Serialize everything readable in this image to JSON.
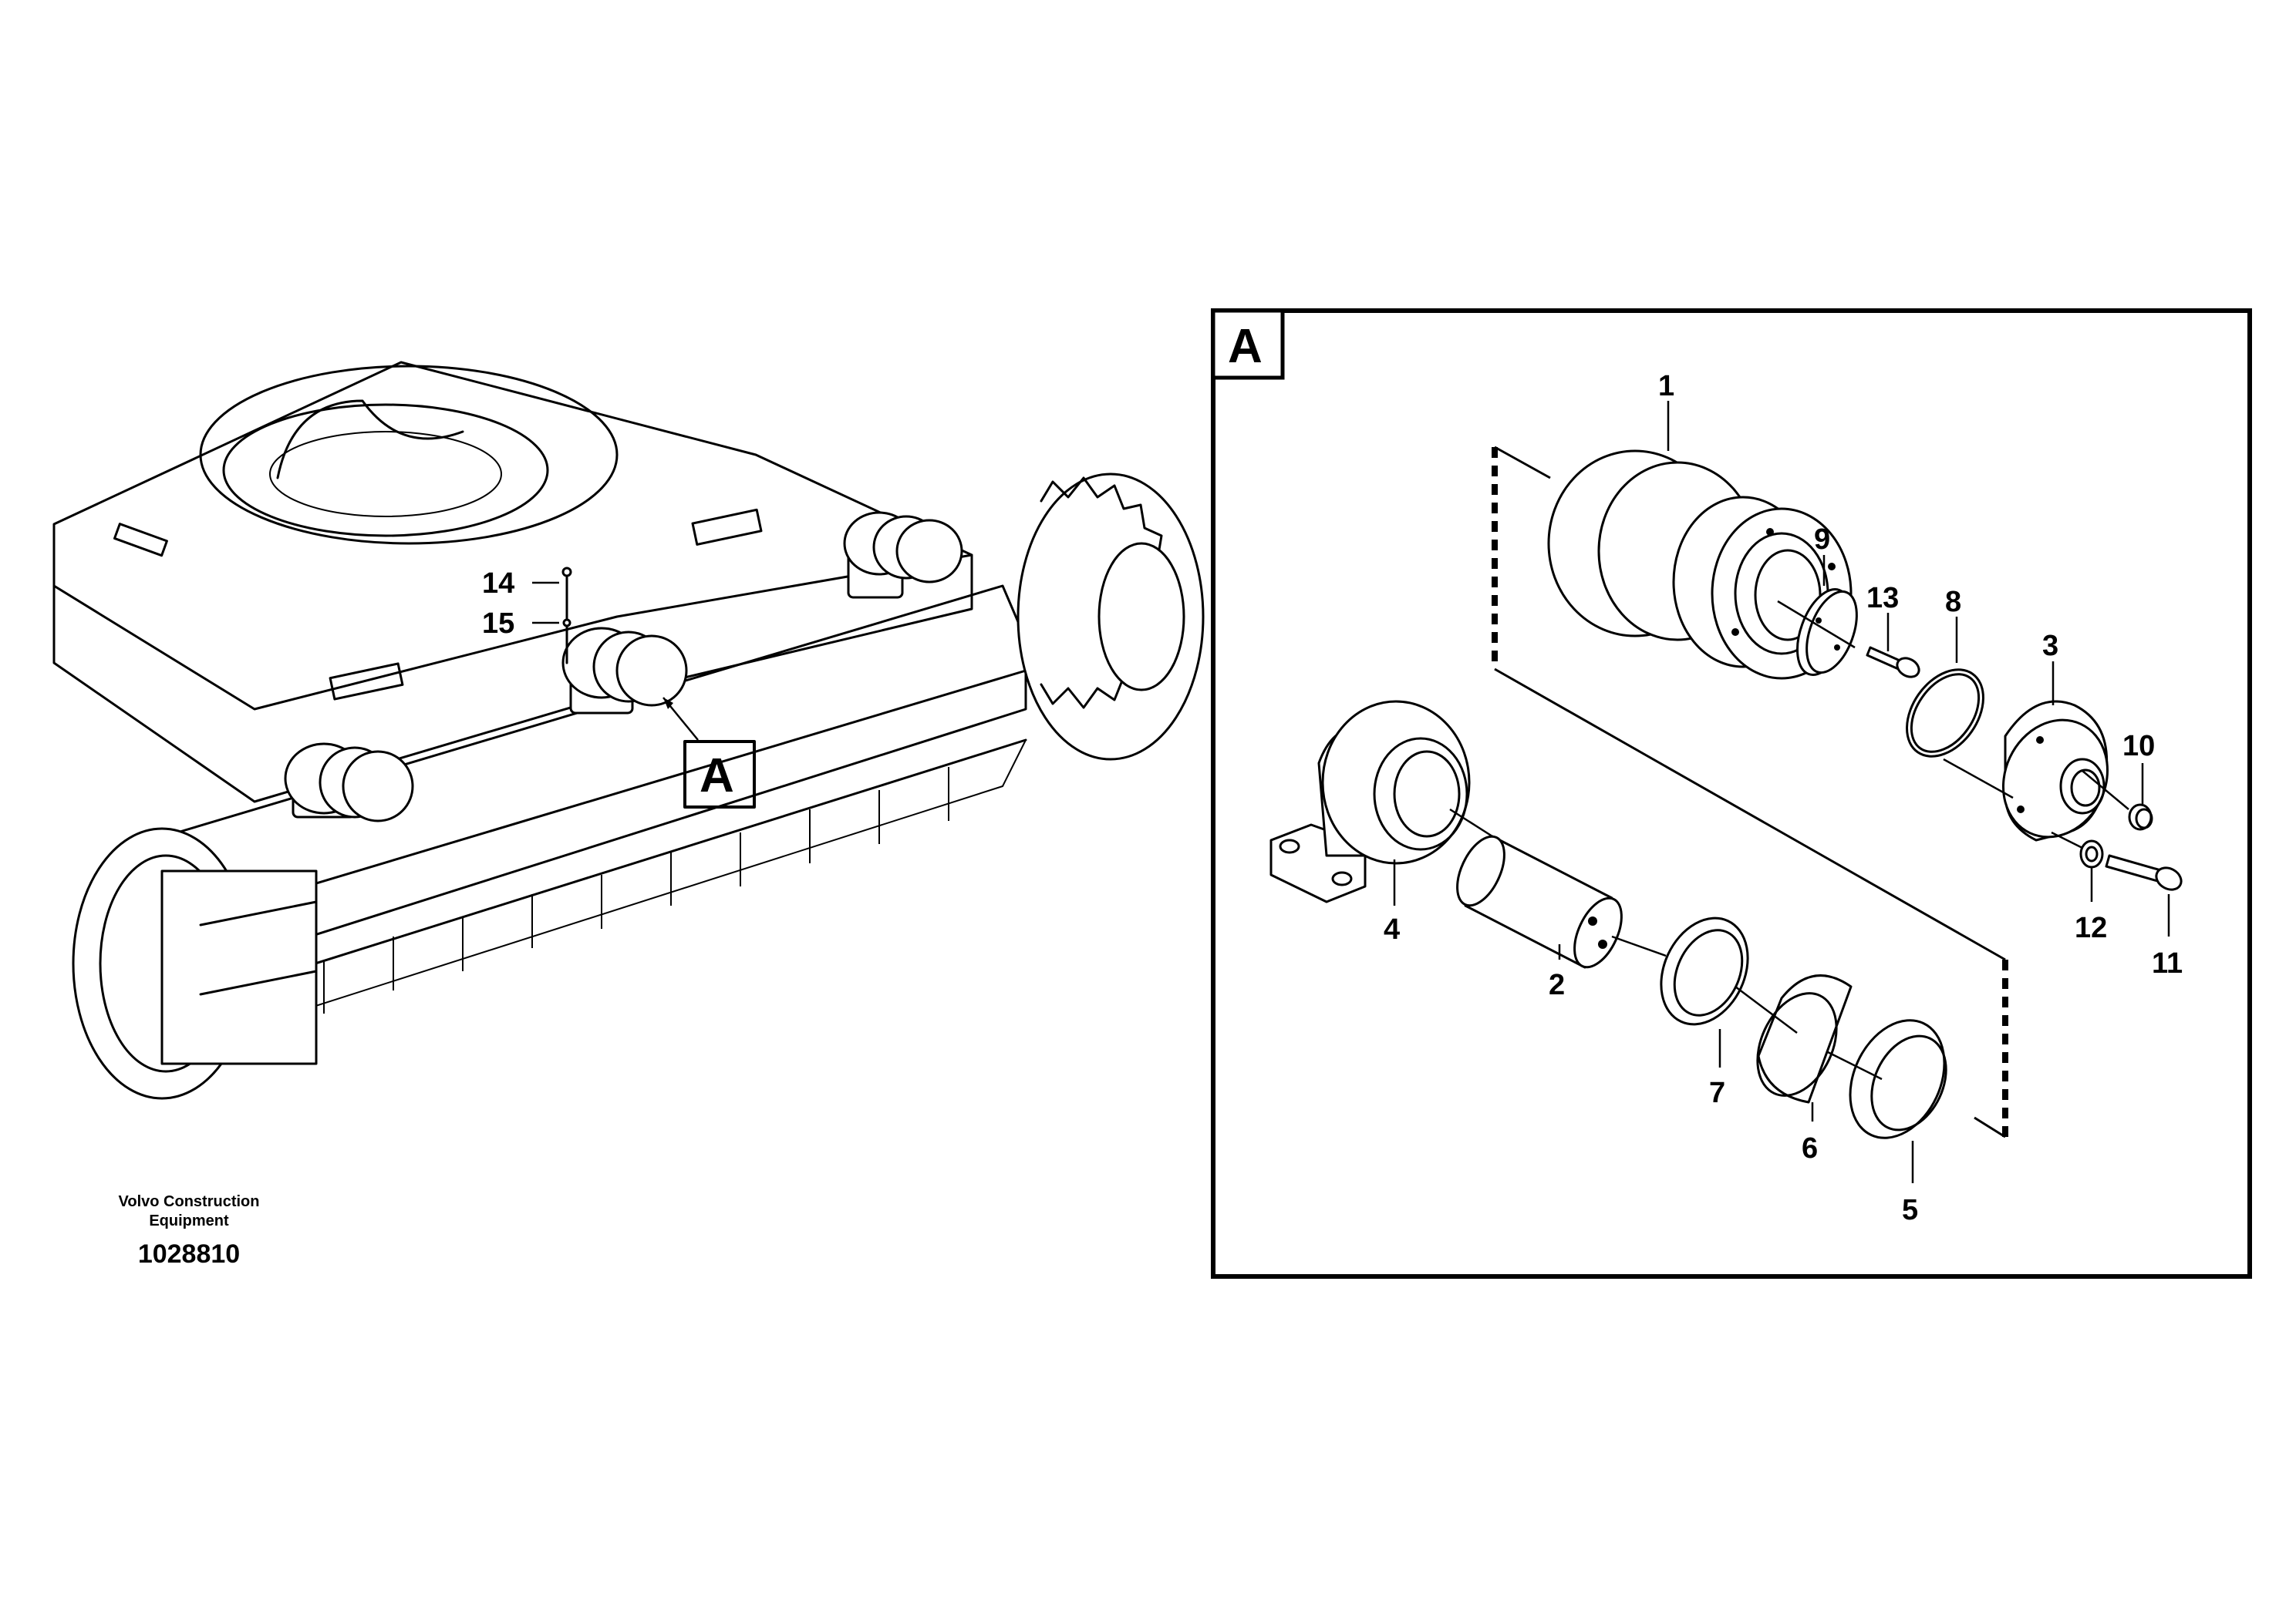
{
  "caption": {
    "company_line1": "Volvo Construction",
    "company_line2": "Equipment",
    "document_number": "1028810"
  },
  "callouts": {
    "overview_marker": "A",
    "detail_marker": "A"
  },
  "part_labels": {
    "p1": "1",
    "p2": "2",
    "p3": "3",
    "p4": "4",
    "p5": "5",
    "p6": "6",
    "p7": "7",
    "p8": "8",
    "p9": "9",
    "p10": "10",
    "p11": "11",
    "p12": "12",
    "p13": "13",
    "p14": "14",
    "p15": "15"
  }
}
